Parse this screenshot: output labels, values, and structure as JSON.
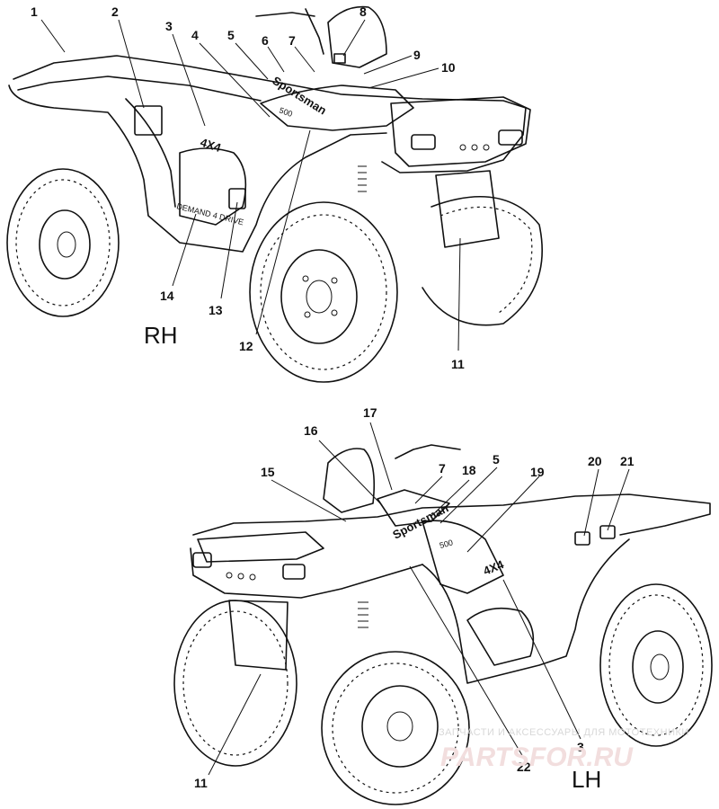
{
  "views": {
    "rh": {
      "label": "RH"
    },
    "lh": {
      "label": "LH"
    }
  },
  "decals": {
    "brand": "Sportsman",
    "model": "500",
    "drive": "4X4",
    "demand_drive": "DEMAND 4 DRIVE"
  },
  "callouts_rh": [
    "1",
    "2",
    "3",
    "4",
    "5",
    "6",
    "7",
    "8",
    "9",
    "10",
    "11",
    "12",
    "13",
    "14"
  ],
  "callouts_lh": [
    "15",
    "16",
    "17",
    "7",
    "18",
    "5",
    "19",
    "20",
    "21",
    "11",
    "22",
    "3"
  ],
  "watermark": {
    "line1": "ЗАПЧАСТИ И АКСЕССУАРЫ ДЛЯ МОТОТЕХНИКИ",
    "line2": "PARTSFOR.RU"
  }
}
